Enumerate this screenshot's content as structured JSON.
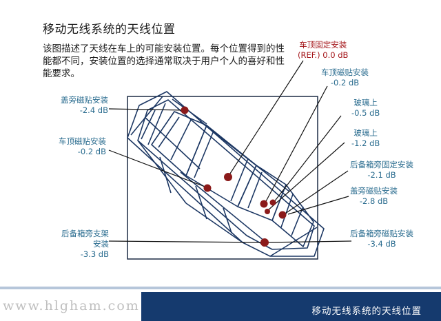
{
  "header": {
    "title": "移动无线系统的天线位置",
    "description": "该图描述了天线在车上的可能安装位置。每个位置得到的性能都不同，安装位置的选择通常取决于用户个人的喜好和性能要求。"
  },
  "labels": {
    "roof_fixed": {
      "name": "车顶固定安装",
      "value": "(REF.) 0.0 dB"
    },
    "roof_magnet_right": {
      "name": "车顶磁贴安装",
      "value": "-0.2 dB"
    },
    "glass_1": {
      "name": "玻璃上",
      "value": "-0.5 dB"
    },
    "glass_2": {
      "name": "玻璃上",
      "value": "-1.2 dB"
    },
    "trunk_fixed": {
      "name": "后备箱旁固定安装",
      "value": "-2.1 dB"
    },
    "cover_magnet_right": {
      "name": "盖旁磁贴安装",
      "value": "-2.8 dB"
    },
    "trunk_magnet": {
      "name": "后备箱旁磁贴安装",
      "value": "-3.4 dB"
    },
    "cover_magnet_left": {
      "name": "盖旁磁贴安装",
      "value": "-2.4 dB"
    },
    "roof_magnet_left": {
      "name": "车顶磁贴安装",
      "value": "-0.2 dB"
    },
    "trunk_mount": {
      "name_line1": "后备箱旁支架",
      "name_line2": "安装",
      "value": "-3.3 dB"
    }
  },
  "footer": {
    "url": "www.hlgham.com",
    "title": "移动无线系统的天线位置"
  },
  "colors": {
    "dot": "#8b1a1a",
    "label_blue": "#2a6c8f",
    "label_red": "#a4161a",
    "footer_bar": "#153a6e"
  }
}
